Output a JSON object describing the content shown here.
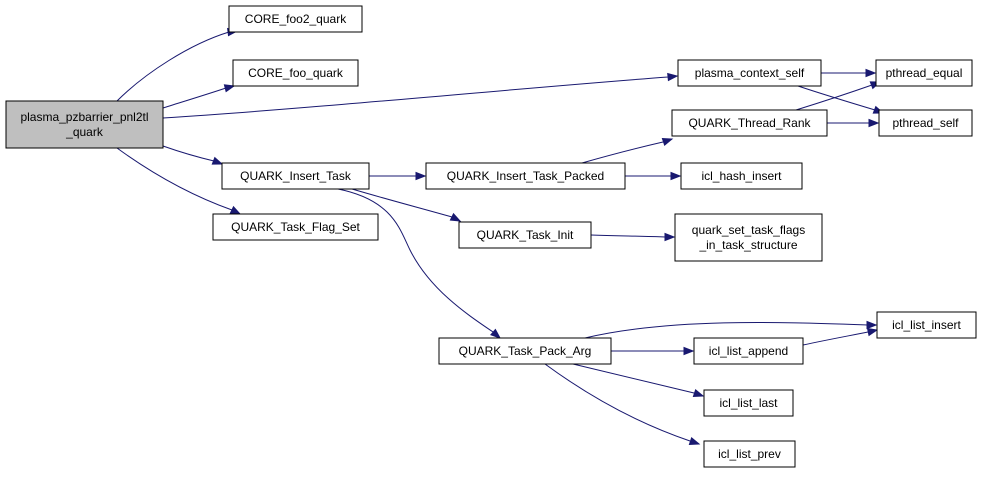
{
  "colors": {
    "edge": "#191970",
    "root_fill": "#bfbfbf",
    "node_fill": "#ffffff",
    "border": "#000000"
  },
  "nodes": {
    "root": [
      "plasma_pzbarrier_pnl2tl",
      "_quark"
    ],
    "core_foo2": [
      "CORE_foo2_quark"
    ],
    "core_foo": [
      "CORE_foo_quark"
    ],
    "insert_task": [
      "QUARK_Insert_Task"
    ],
    "task_flag_set": [
      "QUARK_Task_Flag_Set"
    ],
    "plasma_context_self": [
      "plasma_context_self"
    ],
    "thread_rank": [
      "QUARK_Thread_Rank"
    ],
    "insert_task_packed": [
      "QUARK_Insert_Task_Packed"
    ],
    "task_init": [
      "QUARK_Task_Init"
    ],
    "pack_arg": [
      "QUARK_Task_Pack_Arg"
    ],
    "pthread_equal": [
      "pthread_equal"
    ],
    "pthread_self": [
      "pthread_self"
    ],
    "hash_insert": [
      "icl_hash_insert"
    ],
    "set_flags": [
      "quark_set_task_flags",
      "_in_task_structure"
    ],
    "list_insert": [
      "icl_list_insert"
    ],
    "list_append": [
      "icl_list_append"
    ],
    "list_last": [
      "icl_list_last"
    ],
    "list_prev": [
      "icl_list_prev"
    ]
  }
}
